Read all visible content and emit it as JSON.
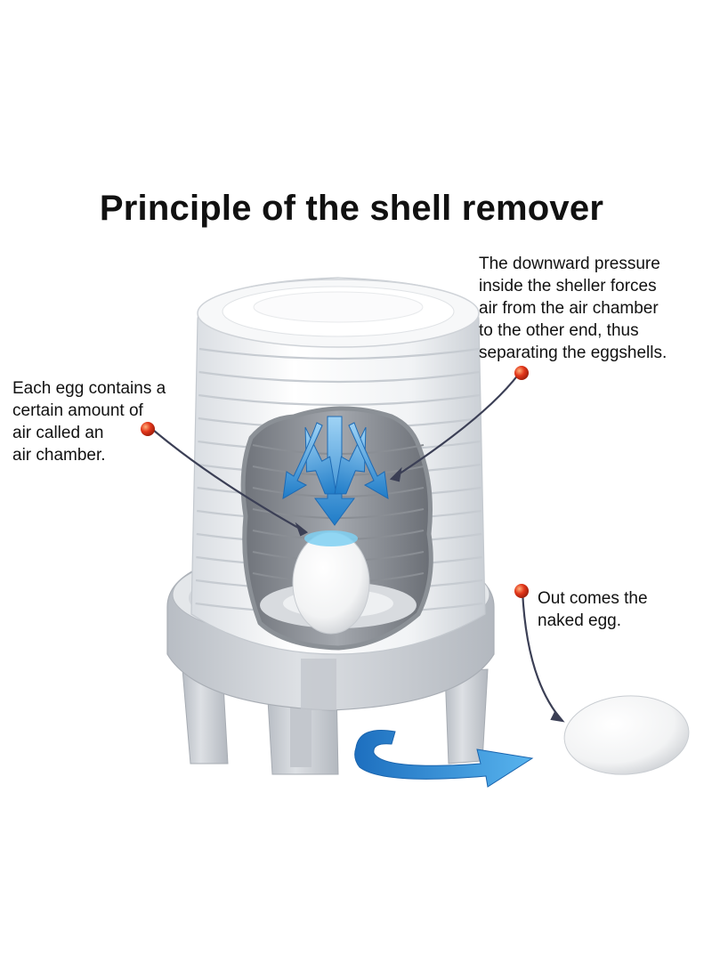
{
  "title": "Principle of the shell remover",
  "annotations": {
    "air_chamber": [
      "Each egg contains a",
      "certain amount of",
      "air called an",
      "air chamber."
    ],
    "pressure": [
      "The downward pressure",
      "inside the sheller forces",
      "air from the air chamber",
      "to the other end, thus",
      "separating the eggshells."
    ],
    "naked_egg": [
      "Out comes the",
      "naked egg."
    ]
  },
  "colors": {
    "device_body": "#eef0f2",
    "device_base": "#c9cdd3",
    "cutaway_interior": "#8e9298",
    "arrow_blue": "#2f8fd6",
    "marker_red": "#e2361a",
    "leader_line": "#3b3f55"
  },
  "icons": [
    "down-arrow-icon",
    "curved-arrow-icon",
    "marker-dot-icon"
  ]
}
